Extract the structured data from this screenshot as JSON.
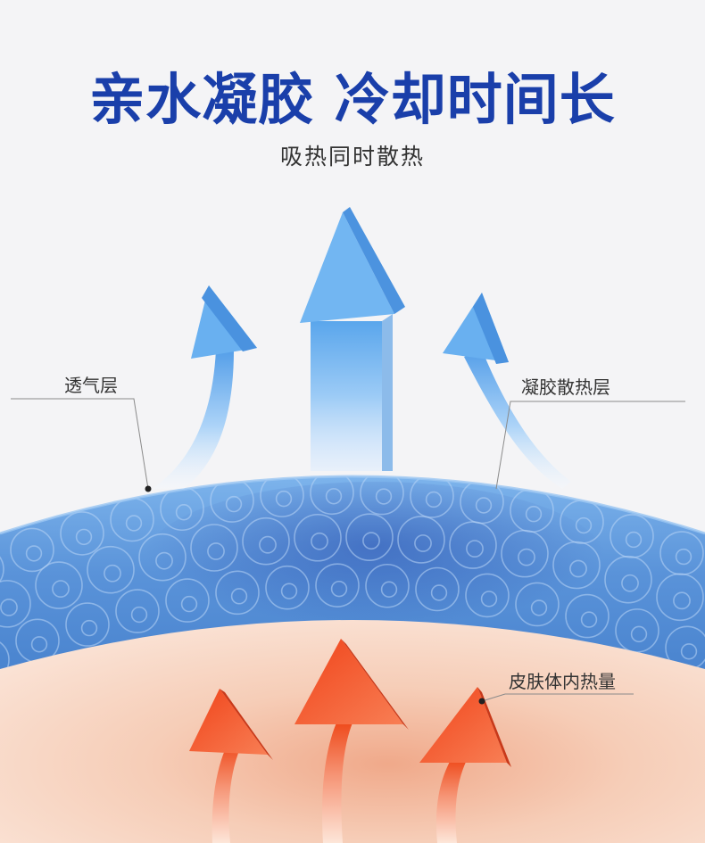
{
  "header": {
    "title": "亲水凝胶 冷却时间长",
    "subtitle": "吸热同时散热"
  },
  "callouts": {
    "breathable_layer": "透气层",
    "gel_cooling_layer": "凝胶散热层",
    "skin_body_heat": "皮肤体内热量"
  },
  "colors": {
    "title": "#1a3faa",
    "subtitle": "#333333",
    "callout_text": "#333333",
    "leader_line": "#8a8a8a",
    "background": "#f4f4f6",
    "gel_blue": "#5b95d8",
    "gel_dark_blue": "#2f5fb8",
    "cool_arrow_light": "#e8f3ff",
    "cool_arrow_blue": "#5aa6ec",
    "skin_tone": "#f6d1bb",
    "heat_arrow_red": "#ef4a1e",
    "heat_arrow_light": "#fde3d6"
  },
  "icons": {
    "cool_arrows": "upward-curved-blue-arrow-icon",
    "heat_arrows": "upward-curved-red-arrow-icon"
  }
}
